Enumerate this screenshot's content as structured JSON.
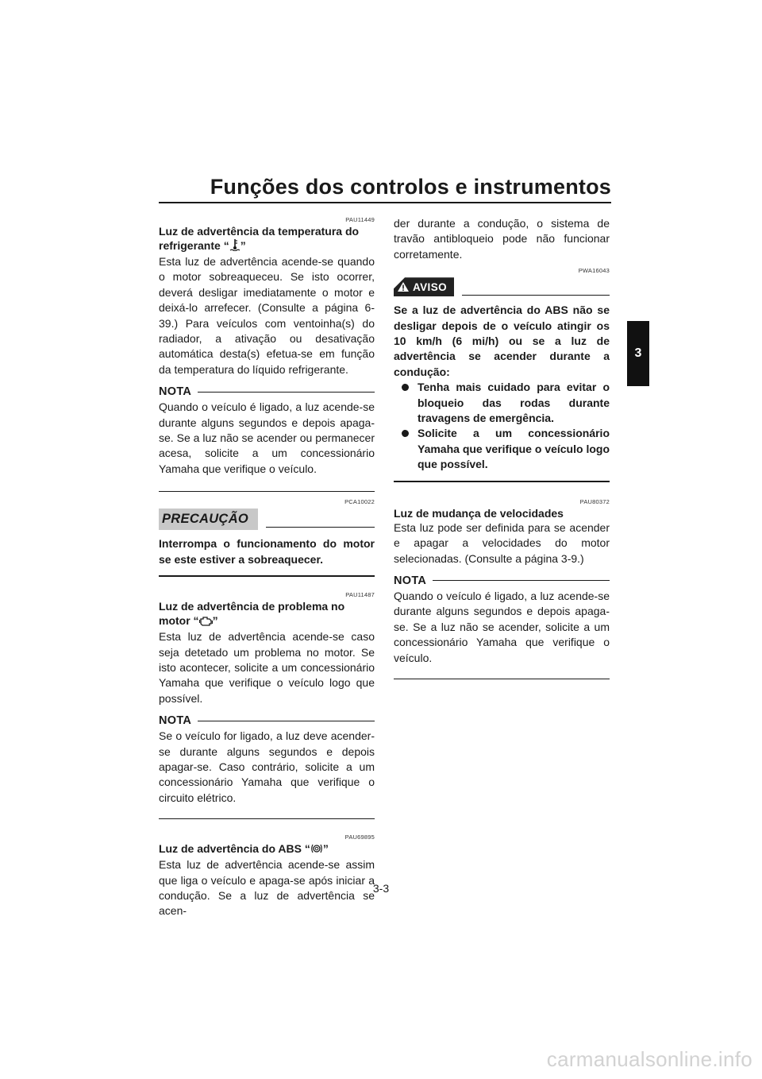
{
  "header": {
    "title": "Funções dos controlos e instrumentos",
    "chapter_tab": "3"
  },
  "left_column": {
    "coolant": {
      "code": "PAU11449",
      "heading_line1": "Luz de advertência da temperatura do",
      "heading_line2_prefix": "refrigerante “",
      "heading_line2_suffix": "”",
      "icon": "coolant-temperature-icon",
      "body": "Esta luz de advertência acende-se quando o motor sobreaqueceu. Se isto ocorrer, deverá desligar imediatamente o motor e deixá-lo arrefecer. (Consulte a página 6-39.) Para veículos com ventoinha(s) do radiador, a ativação ou desativação automática desta(s) efetua-se em função da temperatura do líquido refrigerante."
    },
    "nota1": {
      "label": "NOTA",
      "text": "Quando o veículo é ligado, a luz acende-se durante alguns segundos e depois apaga-se. Se a luz não se acender ou permanecer acesa, solicite a um concessionário Yamaha que verifique o veículo."
    },
    "precaucao": {
      "code": "PCA10022",
      "label": "PRECAUÇÃO",
      "text": "Interrompa o funcionamento do motor se este estiver a sobreaquecer."
    },
    "engine": {
      "code": "PAU11487",
      "heading_line1": "Luz de advertência de problema no",
      "heading_line2_prefix": "motor “",
      "heading_line2_suffix": "”",
      "icon": "engine-check-icon",
      "body": "Esta luz de advertência acende-se caso seja detetado um problema no motor. Se isto acontecer, solicite a um concessionário Yamaha que verifique o veículo logo que possível."
    },
    "nota2": {
      "label": "NOTA",
      "text": "Se o veículo for ligado, a luz deve acender-se durante alguns segundos e depois apagar-se. Caso contrário, solicite a um concessionário Yamaha que verifique o circuito elétrico."
    },
    "abs": {
      "code": "PAU69895",
      "heading_prefix": "Luz de advertência do ABS “",
      "heading_suffix": "”",
      "icon": "abs-icon",
      "body": "Esta luz de advertência acende-se assim que liga o veículo e apaga-se após iniciar a condução. Se a luz de advertência se acen-"
    }
  },
  "right_column": {
    "abs_continued": "der durante a condução, o sistema de travão antibloqueio pode não funcionar corretamente.",
    "aviso": {
      "code": "PWA16043",
      "label": "AVISO",
      "intro": "Se a luz de advertência do ABS não se desligar depois de o veículo atingir os 10 km/h (6 mi/h) ou se a luz de advertência se acender durante a condução:",
      "bullets": [
        "Tenha mais cuidado para evitar o bloqueio das rodas durante travagens de emergência.",
        "Solicite a um concessionário Yamaha que verifique o veículo logo que possível."
      ]
    },
    "gearshift": {
      "code": "PAU80372",
      "heading": "Luz de mudança de velocidades",
      "body": "Esta luz pode ser definida para se acender e apagar a velocidades do motor selecionadas. (Consulte a página 3-9.)"
    },
    "nota3": {
      "label": "NOTA",
      "text": "Quando o veículo é ligado, a luz acende-se durante alguns segundos e depois apaga-se. Se a luz não se acender, solicite a um concessionário Yamaha que verifique o veículo."
    }
  },
  "footer": {
    "page_number": "3-3",
    "watermark": "carmanualsonline.info"
  }
}
